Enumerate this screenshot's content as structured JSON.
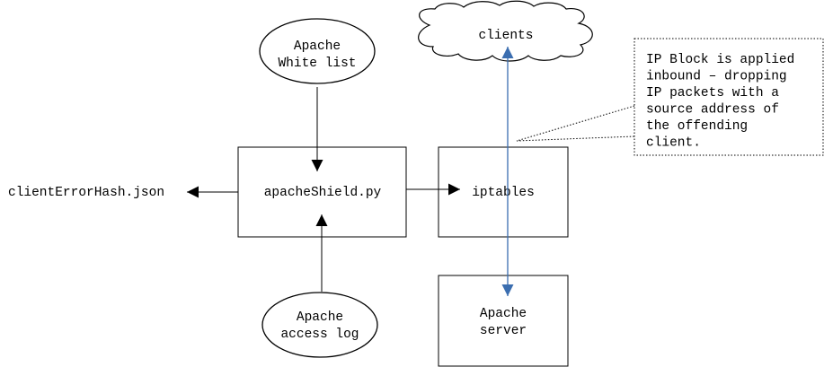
{
  "colors": {
    "line": "#000000",
    "link_blue": "#3B6EB0",
    "background": "#FFFFFF"
  },
  "nodes": {
    "whitelist": {
      "line1": "Apache",
      "line2": "White list"
    },
    "access_log": {
      "line1": "Apache",
      "line2": "access log"
    },
    "apache_shield": {
      "label": "apacheShield.py"
    },
    "error_hash": {
      "label": "clientErrorHash.json"
    },
    "iptables": {
      "label": "iptables"
    },
    "apache_server": {
      "line1": "Apache",
      "line2": "server"
    },
    "clients": {
      "label": "clients"
    }
  },
  "note": {
    "lines": [
      "IP Block is applied",
      "inbound – dropping",
      "IP packets with a",
      "source address of",
      "the offending",
      "client."
    ]
  }
}
